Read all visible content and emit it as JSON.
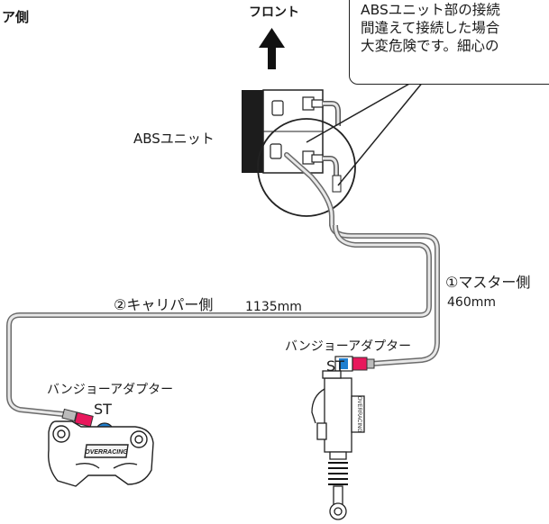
{
  "labels": {
    "front": "フロント",
    "abs_unit": "ABSユニット",
    "rear_side": "ア側",
    "master_side": "①マスター側",
    "master_length": "460mm",
    "caliper_side": "②キャリパー側",
    "caliper_length": "1135mm",
    "banjo_adapter_master": "バンジョーアダプター",
    "st_master": "ST",
    "banjo_adapter_caliper": "バンジョーアダプター",
    "st_caliper": "ST"
  },
  "warning": {
    "line1": "ABSユニット部の接続",
    "line2": "間違えて接続した場合",
    "line3": "大変危険です。細心の"
  },
  "caliper_logo": "OVERRACING",
  "master_logo": "OVERRACING",
  "colors": {
    "hose_outline": "#6b6b6b",
    "hose_fill": "#e8e8e8",
    "banjo_red": "#e8185c",
    "banjo_blue": "#1f7fd0",
    "abs_block": "#222222"
  }
}
